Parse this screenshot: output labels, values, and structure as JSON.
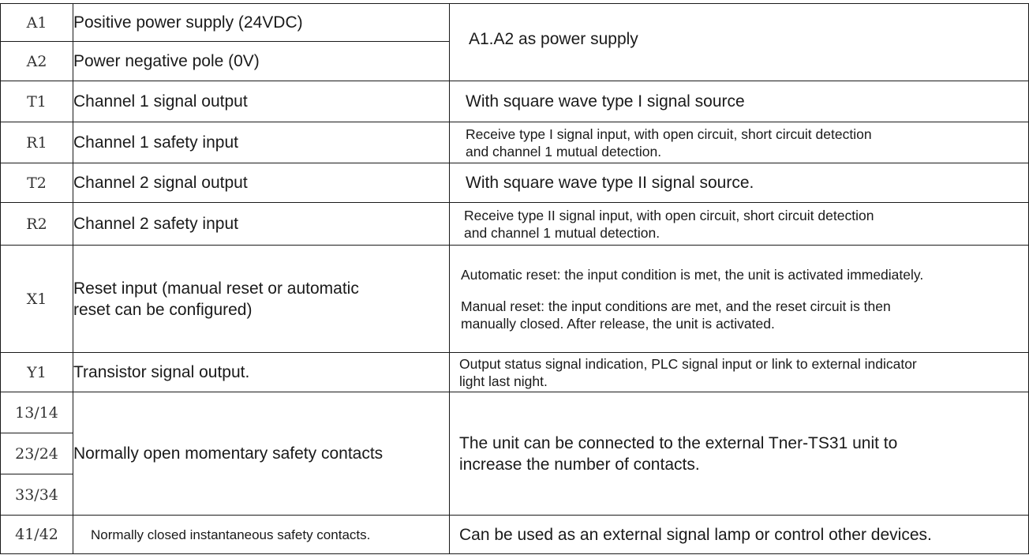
{
  "rows": [
    {
      "code": "A1",
      "function": "Positive power supply (24VDC)"
    },
    {
      "code": "A2",
      "function": "Power negative pole (0V)"
    },
    {
      "code": "T1",
      "function": "Channel 1 signal output",
      "description": "With square wave type I signal source"
    },
    {
      "code": "R1",
      "function": "Channel 1 safety input",
      "description": "Receive type I signal input, with open circuit, short circuit detection\nand channel 1 mutual detection."
    },
    {
      "code": "T2",
      "function": "Channel 2 signal output",
      "description": "With square wave type II signal source."
    },
    {
      "code": "R2",
      "function": "Channel 2 safety input",
      "description": "Receive type II signal input, with open circuit, short circuit detection\nand channel 1 mutual detection."
    },
    {
      "code": "X1",
      "function": "Reset input (manual reset or automatic\nreset can be configured)",
      "description_auto": "Automatic reset: the input condition is met, the unit is activated immediately.",
      "description_manual": "Manual reset: the input conditions are met, and the reset circuit is then\nmanually closed. After release, the unit is activated."
    },
    {
      "code": "Y1",
      "function": "Transistor signal output.",
      "description": "Output status signal indication, PLC signal input or link to external indicator\nlight last night."
    },
    {
      "code": "13/14"
    },
    {
      "code": "23/24",
      "function": "Normally open momentary safety contacts",
      "description": "The unit can be connected to the external Tner-TS31 unit to\nincrease the number of contacts."
    },
    {
      "code": "33/34"
    },
    {
      "code": "41/42",
      "function": "Normally closed instantaneous safety contacts.",
      "description": "Can be used as an external signal lamp or control other devices."
    }
  ],
  "power_group_description": "A1.A2 as power supply"
}
